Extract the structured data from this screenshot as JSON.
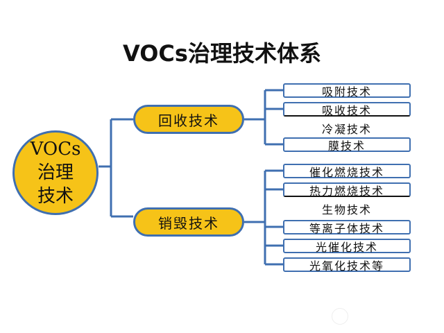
{
  "title": "VOCs治理技术体系",
  "root": {
    "line1": "VOCs",
    "line2": "治理",
    "line3": "技术"
  },
  "branches": [
    {
      "label": "回收技术",
      "children": [
        "吸附技术",
        "吸收技术",
        "冷凝技术",
        "膜技术"
      ]
    },
    {
      "label": "销毁技术",
      "children": [
        "催化燃烧技术",
        "热力燃烧技术",
        "生物技术",
        "等离子体技术",
        "光催化技术",
        "光氧化技术等"
      ]
    }
  ],
  "colors": {
    "node_fill": "#f6c318",
    "line": "#3f6fb0",
    "text": "#111111"
  }
}
